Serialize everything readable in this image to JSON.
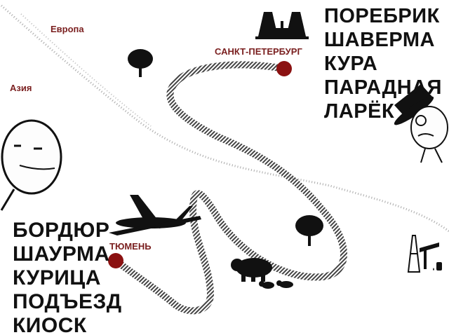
{
  "regions": {
    "europe": "Европа",
    "asia": "Азия"
  },
  "cities": {
    "petersburg": "САНКТ-ПЕТЕРБУРГ",
    "tyumen": "ТЮМЕНЬ"
  },
  "petersburg_words": [
    "ПОРЕБРИК",
    "ШАВЕРМА",
    "КУРА",
    "ПАРАДНАЯ",
    "ЛАРЁК"
  ],
  "tyumen_words": [
    "БОРДЮР",
    "ШАУРМА",
    "КУРИЦА",
    "ПОДЪЕЗД",
    "КИОСК"
  ],
  "colors": {
    "city_dot": "#8b1111",
    "label": "#7a1f1f",
    "ink": "#111111"
  },
  "icons": [
    "bridge-icon",
    "tree-icon",
    "airplane-icon",
    "bear-icon",
    "oil-rig-icon",
    "poker-face-meme-icon",
    "gentleman-meme-icon"
  ]
}
